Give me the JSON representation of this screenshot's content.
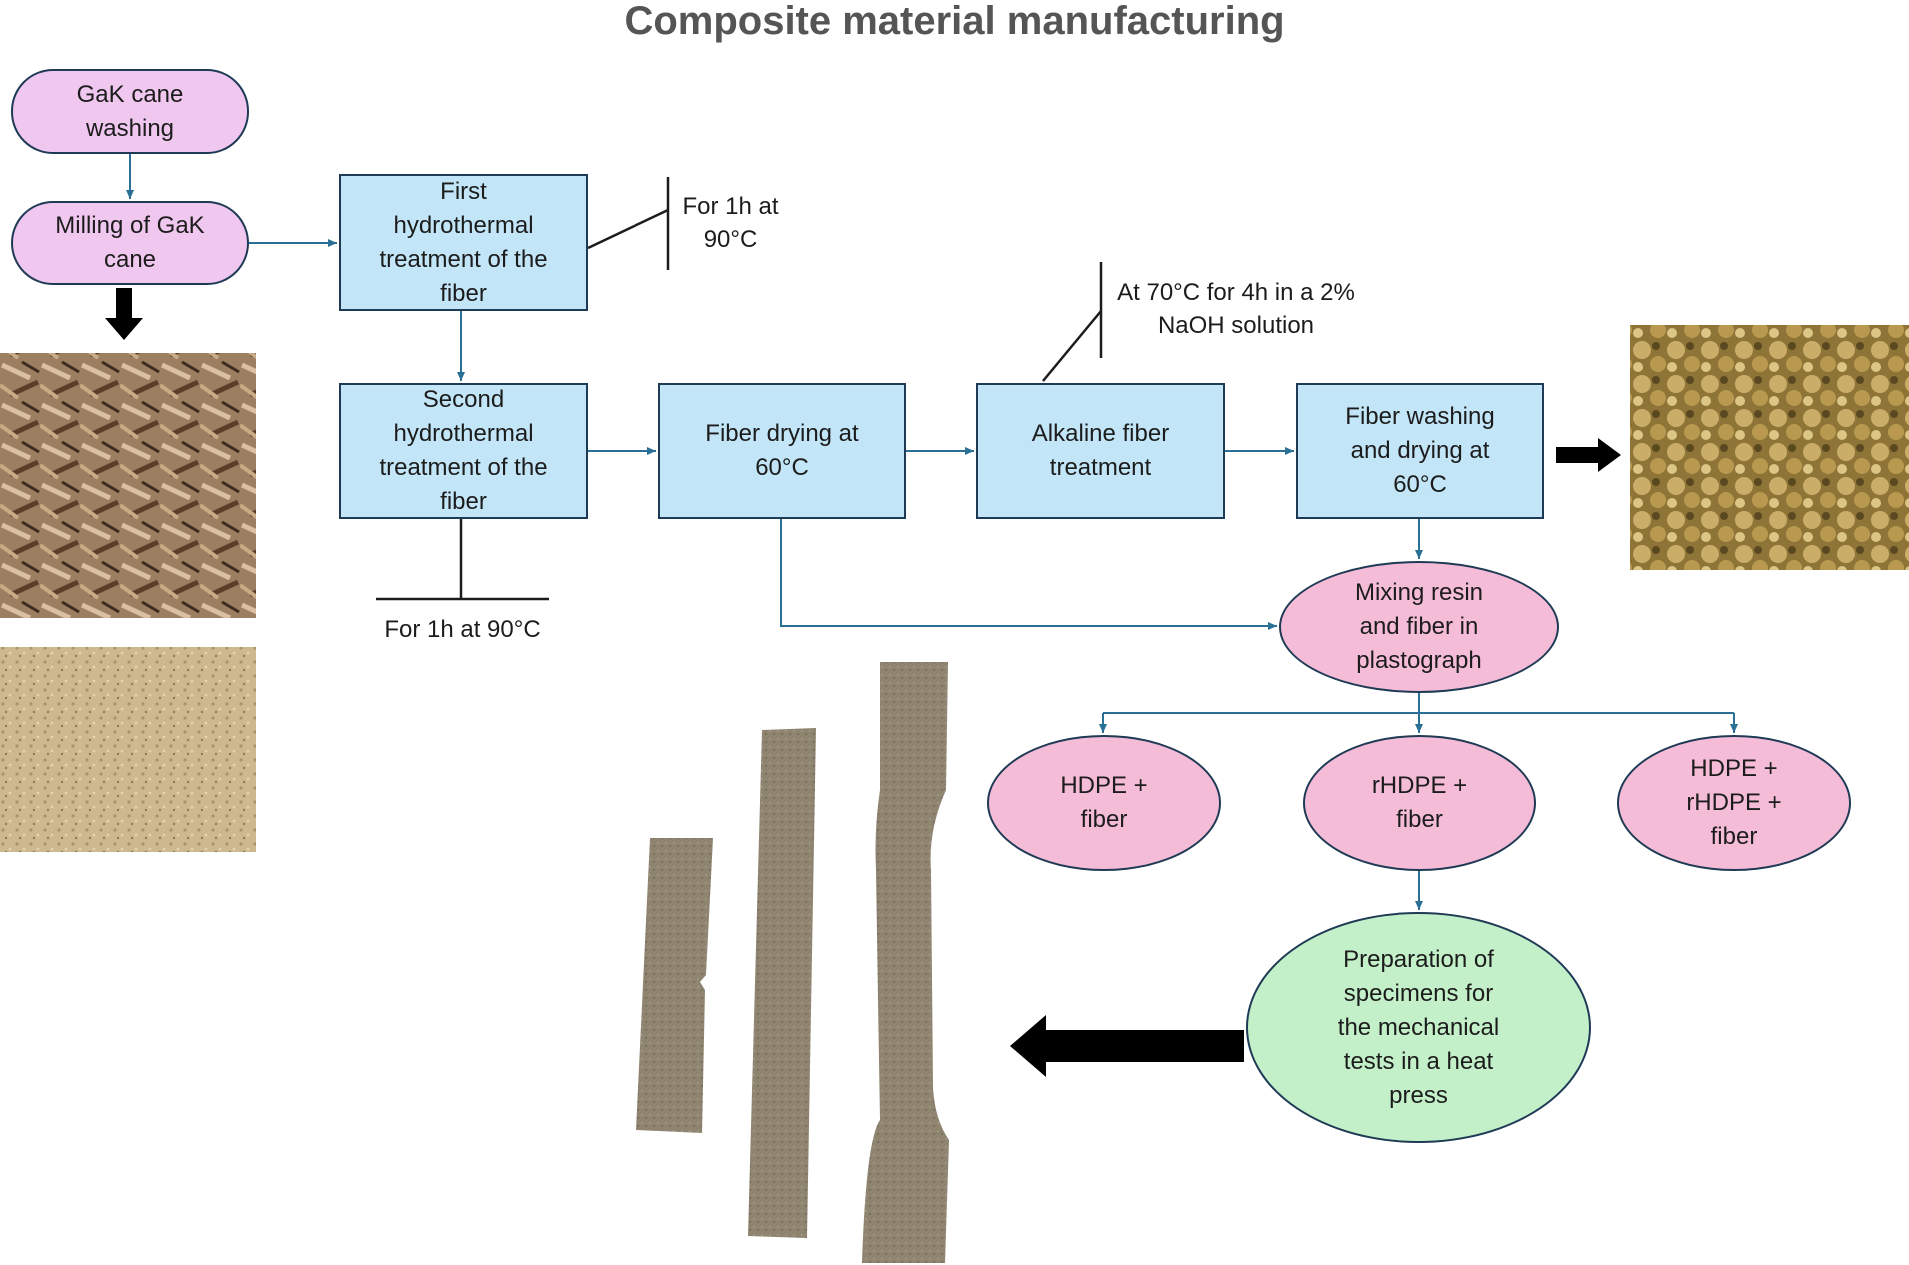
{
  "title": "Composite material manufacturing",
  "nodes": {
    "gak_washing": "GaK cane\nwashing",
    "milling": "Milling of GaK\ncane",
    "first_hydro": "First\nhydrothermal\ntreatment of the\nfiber",
    "second_hydro": "Second\nhydrothermal\ntreatment of the\nfiber",
    "fiber_drying": "Fiber drying at\n60°C",
    "alkaline": "Alkaline fiber\ntreatment",
    "washing_drying": "Fiber washing\nand drying at\n60°C",
    "mixing": "Mixing resin\nand fiber in\nplastograph",
    "hdpe_fiber": "HDPE +\nfiber",
    "rhdpe_fiber": "rHDPE +\nfiber",
    "hdpe_rhdpe_fiber": "HDPE +\nrHDPE +\nfiber",
    "preparation": "Preparation of\nspecimens for\nthe mechanical\ntests in a heat\npress"
  },
  "notes": {
    "first_condition": "For 1h at\n90°C",
    "second_condition": "For 1h at 90°C",
    "alkaline_condition": "At 70°C for 4h in a 2%\nNaOH solution"
  },
  "colors": {
    "pill_fill": "#f0c8ef",
    "box_fill": "#c2e5f7",
    "oval_fill": "#f5bcd8",
    "final_fill": "#c3f0c9",
    "connector": "#2a6f96",
    "outline": "#1f3a55"
  }
}
